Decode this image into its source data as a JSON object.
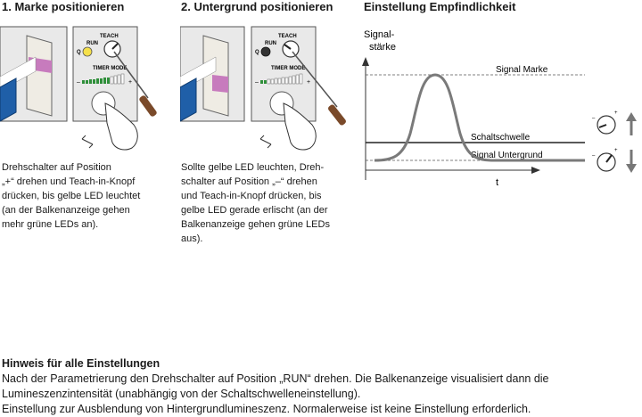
{
  "section1": {
    "heading": "1. Marke positionieren",
    "description": [
      "Drehschalter auf Position",
      "„+“ drehen und Teach-in-Knopf",
      "drücken, bis gelbe LED leuchtet",
      "(an der Balkenanzeige gehen",
      "mehr grüne LEDs an)."
    ],
    "device": {
      "label_teach": "TEACH",
      "label_run": "RUN",
      "label_q": "Q",
      "label_timer": "TIMER MODE",
      "minus": "–",
      "plus": "+",
      "led_color": "#f5e04a"
    }
  },
  "section2": {
    "heading": "2. Untergrund positionieren",
    "description": [
      "Sollte gelbe LED leuchten, Dreh-",
      "schalter auf Position „–“ drehen",
      "und Teach-in-Knopf drücken, bis",
      "gelbe LED gerade erlischt (an der",
      "Balkenanzeige gehen grüne LEDs",
      "aus)."
    ],
    "device": {
      "label_teach": "TEACH",
      "label_run": "RUN",
      "label_q": "Q",
      "label_timer": "TIMER MODE",
      "minus": "–",
      "plus": "+",
      "led_color": "#333333"
    }
  },
  "section3": {
    "heading": "Einstellung Empfindlichkeit",
    "y_axis_label_1": "Signal-",
    "y_axis_label_2": "stärke",
    "x_axis_label": "t",
    "label_signal_marke": "Signal Marke",
    "label_schaltschwelle": "Schaltschwelle",
    "label_signal_untergrund": "Signal Untergrund"
  },
  "note": {
    "title": "Hinweis für alle Einstellungen",
    "lines": [
      "Nach der Parametrierung den Drehschalter auf Position „RUN“ drehen. Die Balkenanzeige visualisiert dann die",
      "Lumineszenzintensität (unabhängig von der Schaltschwelleneinstellung).",
      "Einstellung zur Ausblendung von Hintergrundlumineszenz. Normalerweise ist keine Einstellung erforderlich."
    ]
  },
  "colors": {
    "panel_bg": "#e9e9e9",
    "blue": "#1f5fa8",
    "magenta": "#c77bbd",
    "curve": "#7a7a7a",
    "handle": "#7a4a2a"
  }
}
